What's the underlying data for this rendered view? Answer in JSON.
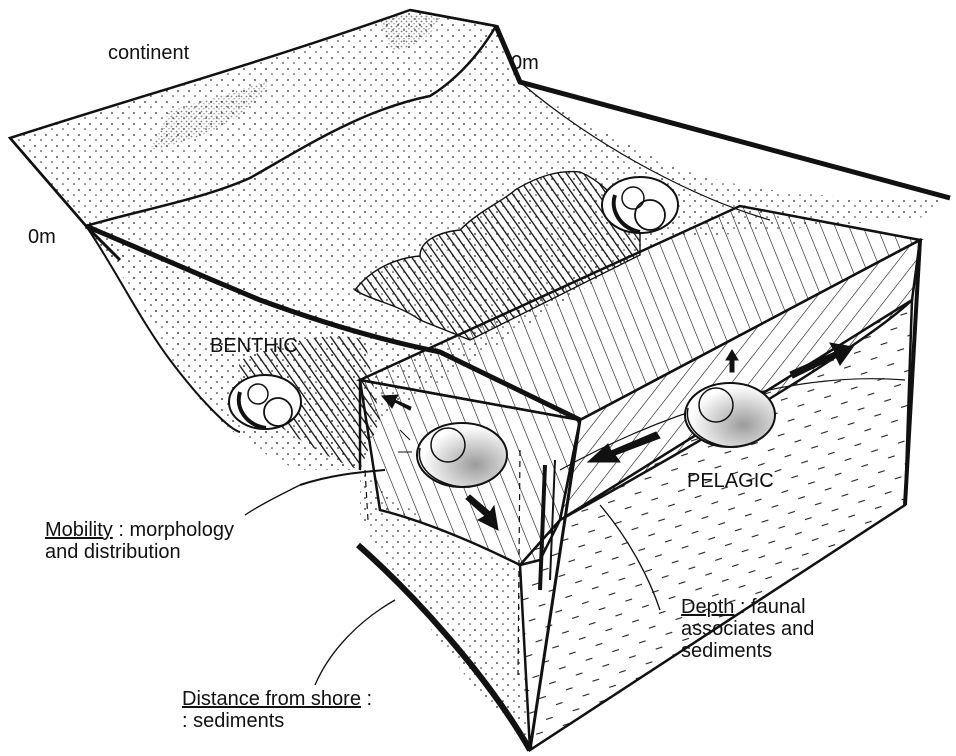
{
  "labels": {
    "continent": "continent",
    "zero_top": "0m",
    "zero_left": "0m",
    "benthic": "BENTHIC",
    "pelagic": "PELAGIC",
    "mobility_term": "Mobility",
    "mobility_rest": " : morphology",
    "mobility_line2": "and distribution",
    "depth_term": "Depth",
    "depth_rest": " :  faunal",
    "depth_line2": "associates and",
    "depth_line3": "sediments",
    "distance_term": "Distance from shore",
    "distance_rest": " :",
    "distance_line2": ": sediments"
  },
  "colors": {
    "ink": "#111111",
    "paper": "#ffffff"
  }
}
